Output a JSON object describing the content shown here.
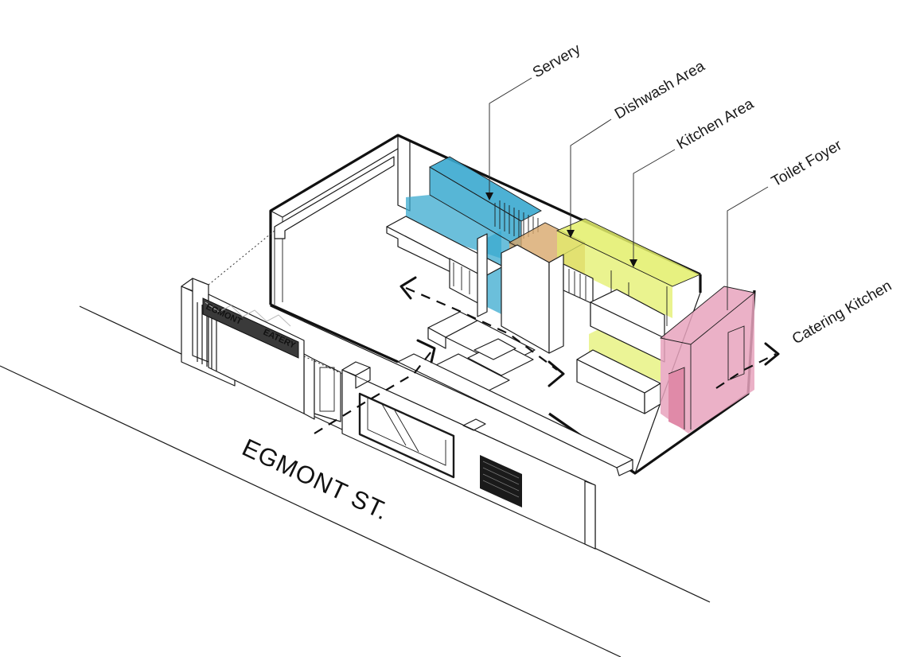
{
  "labels": {
    "servery": "Servery",
    "dishwash": "Dishwash Area",
    "kitchen": "Kitchen Area",
    "toilet": "Toilet Foyer",
    "catering": "Catering Kitchen"
  },
  "street_name": "EGMONT ST.",
  "signage": {
    "line1": "EGMONT",
    "line2": "EATERY"
  },
  "colors": {
    "servery": "#3aa9cf",
    "dishwash": "#d8a86b",
    "kitchen": "#e3ef6a",
    "toilet": "#e08aa8",
    "catering": "#e8a3bd"
  }
}
